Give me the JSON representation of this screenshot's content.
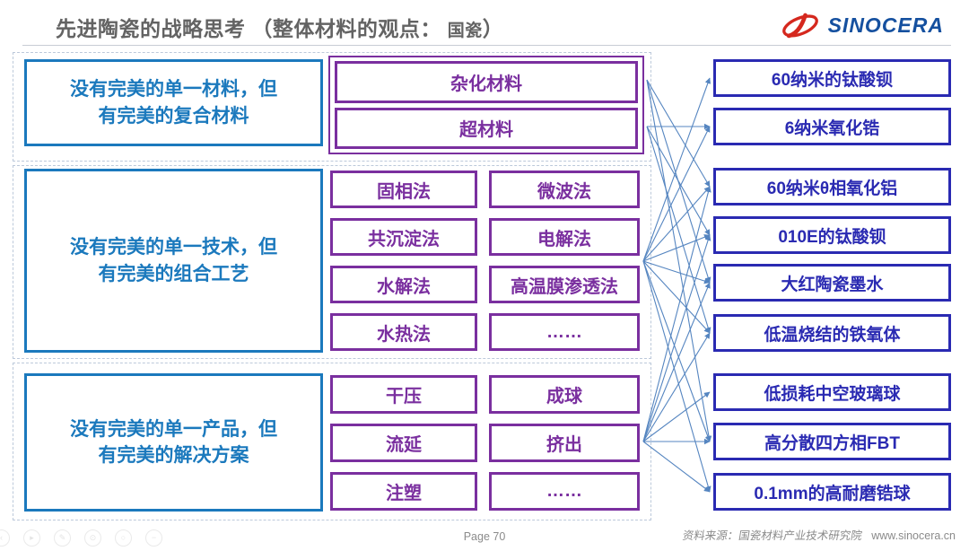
{
  "title": {
    "main": "先进陶瓷的战略思考 （整体材料的观点： ",
    "brand": "国瓷",
    "close": "）"
  },
  "logo": {
    "name": "SINOCERA",
    "icon": "sinocera-swoosh-icon",
    "icon_color": "#d5281e",
    "text_color": "#15509f"
  },
  "rows": [
    {
      "left": {
        "line1": "没有完美的单一材料，但",
        "line2": "有完美的复合材料"
      },
      "middle": {
        "items": [
          "杂化材料",
          "超材料"
        ]
      }
    },
    {
      "left": {
        "line1": "没有完美的单一技术，但",
        "line2": "有完美的组合工艺"
      },
      "middle": {
        "items": [
          "固相法",
          "微波法",
          "共沉淀法",
          "电解法",
          "水解法",
          "高温膜渗透法",
          "水热法",
          "……"
        ]
      }
    },
    {
      "left": {
        "line1": "没有完美的单一产品，但",
        "line2": "有完美的解决方案"
      },
      "middle": {
        "items": [
          "干压",
          "成球",
          "流延",
          "挤出",
          "注塑",
          "……"
        ]
      }
    }
  ],
  "products": [
    "60纳米的钛酸钡",
    "6纳米氧化锆",
    "60纳米θ相氧化铝",
    "010E的钛酸钡",
    "大红陶瓷墨水",
    "低温烧结的铁氧体",
    "低损耗中空玻璃球",
    "高分散四方相FBT",
    "0.1mm的高耐磨锆球"
  ],
  "arrows": [
    {
      "from": "s1",
      "to": 3
    },
    {
      "from": "s1",
      "to": 5
    },
    {
      "from": "s1",
      "to": 8
    },
    {
      "from": "s2",
      "to": 2
    },
    {
      "from": "s2",
      "to": 4
    },
    {
      "from": "s2",
      "to": 6
    },
    {
      "from": "s3",
      "to": 1
    },
    {
      "from": "s3",
      "to": 2
    },
    {
      "from": "s3",
      "to": 3
    },
    {
      "from": "s3",
      "to": 4
    },
    {
      "from": "s3",
      "to": 5
    },
    {
      "from": "s3",
      "to": 6
    },
    {
      "from": "s3",
      "to": 8
    },
    {
      "from": "s3",
      "to": 9
    },
    {
      "from": "s4",
      "to": 3
    },
    {
      "from": "s4",
      "to": 4
    },
    {
      "from": "s4",
      "to": 5
    },
    {
      "from": "s4",
      "to": 6
    },
    {
      "from": "s4",
      "to": 7
    },
    {
      "from": "s4",
      "to": 8
    },
    {
      "from": "s4",
      "to": 9
    }
  ],
  "footer": {
    "page_label": "Page 70",
    "source": "资料来源：国瓷材料产业技术研究院",
    "url": "www.sinocera.cn",
    "page_icons": [
      {
        "name": "chevron-left-icon",
        "glyph": "‹"
      },
      {
        "name": "play-icon",
        "glyph": "▸"
      },
      {
        "name": "edit-icon",
        "glyph": "✎"
      },
      {
        "name": "clock-icon",
        "glyph": "⊙"
      },
      {
        "name": "zoom-icon",
        "glyph": "○"
      },
      {
        "name": "minus-icon",
        "glyph": "−"
      }
    ]
  },
  "colors": {
    "left_blue": "#1b79bd",
    "middle_purple": "#7a2f9f",
    "product_indigo": "#2a2ab2",
    "arrow_blue": "#5585c0",
    "logo_red": "#d5281e",
    "logo_blue": "#15509f",
    "title_gray": "#636363",
    "footer_gray": "#8b8b8b"
  }
}
